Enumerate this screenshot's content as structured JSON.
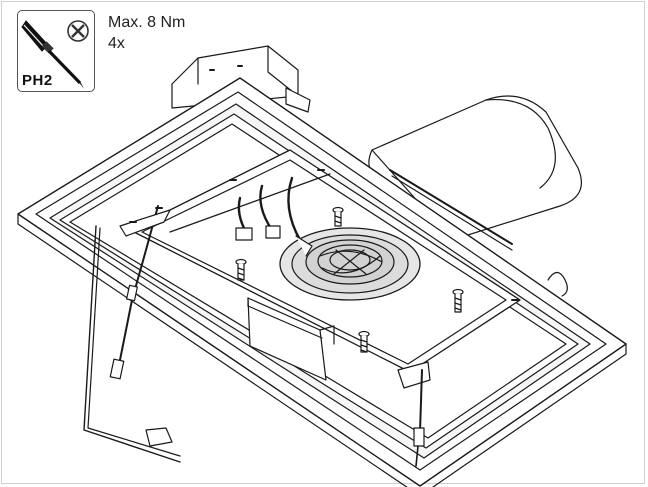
{
  "tool": {
    "bit_label": "PH2",
    "icon": "phillips-screwdriver-icon",
    "head_icon": "phillips-head-icon"
  },
  "specs": {
    "torque": "Max. 8 Nm",
    "quantity": "4x"
  },
  "colors": {
    "line": "#1a1a1a",
    "panel_fill": "#f2f2f2",
    "frame_fill": "#ffffff"
  }
}
